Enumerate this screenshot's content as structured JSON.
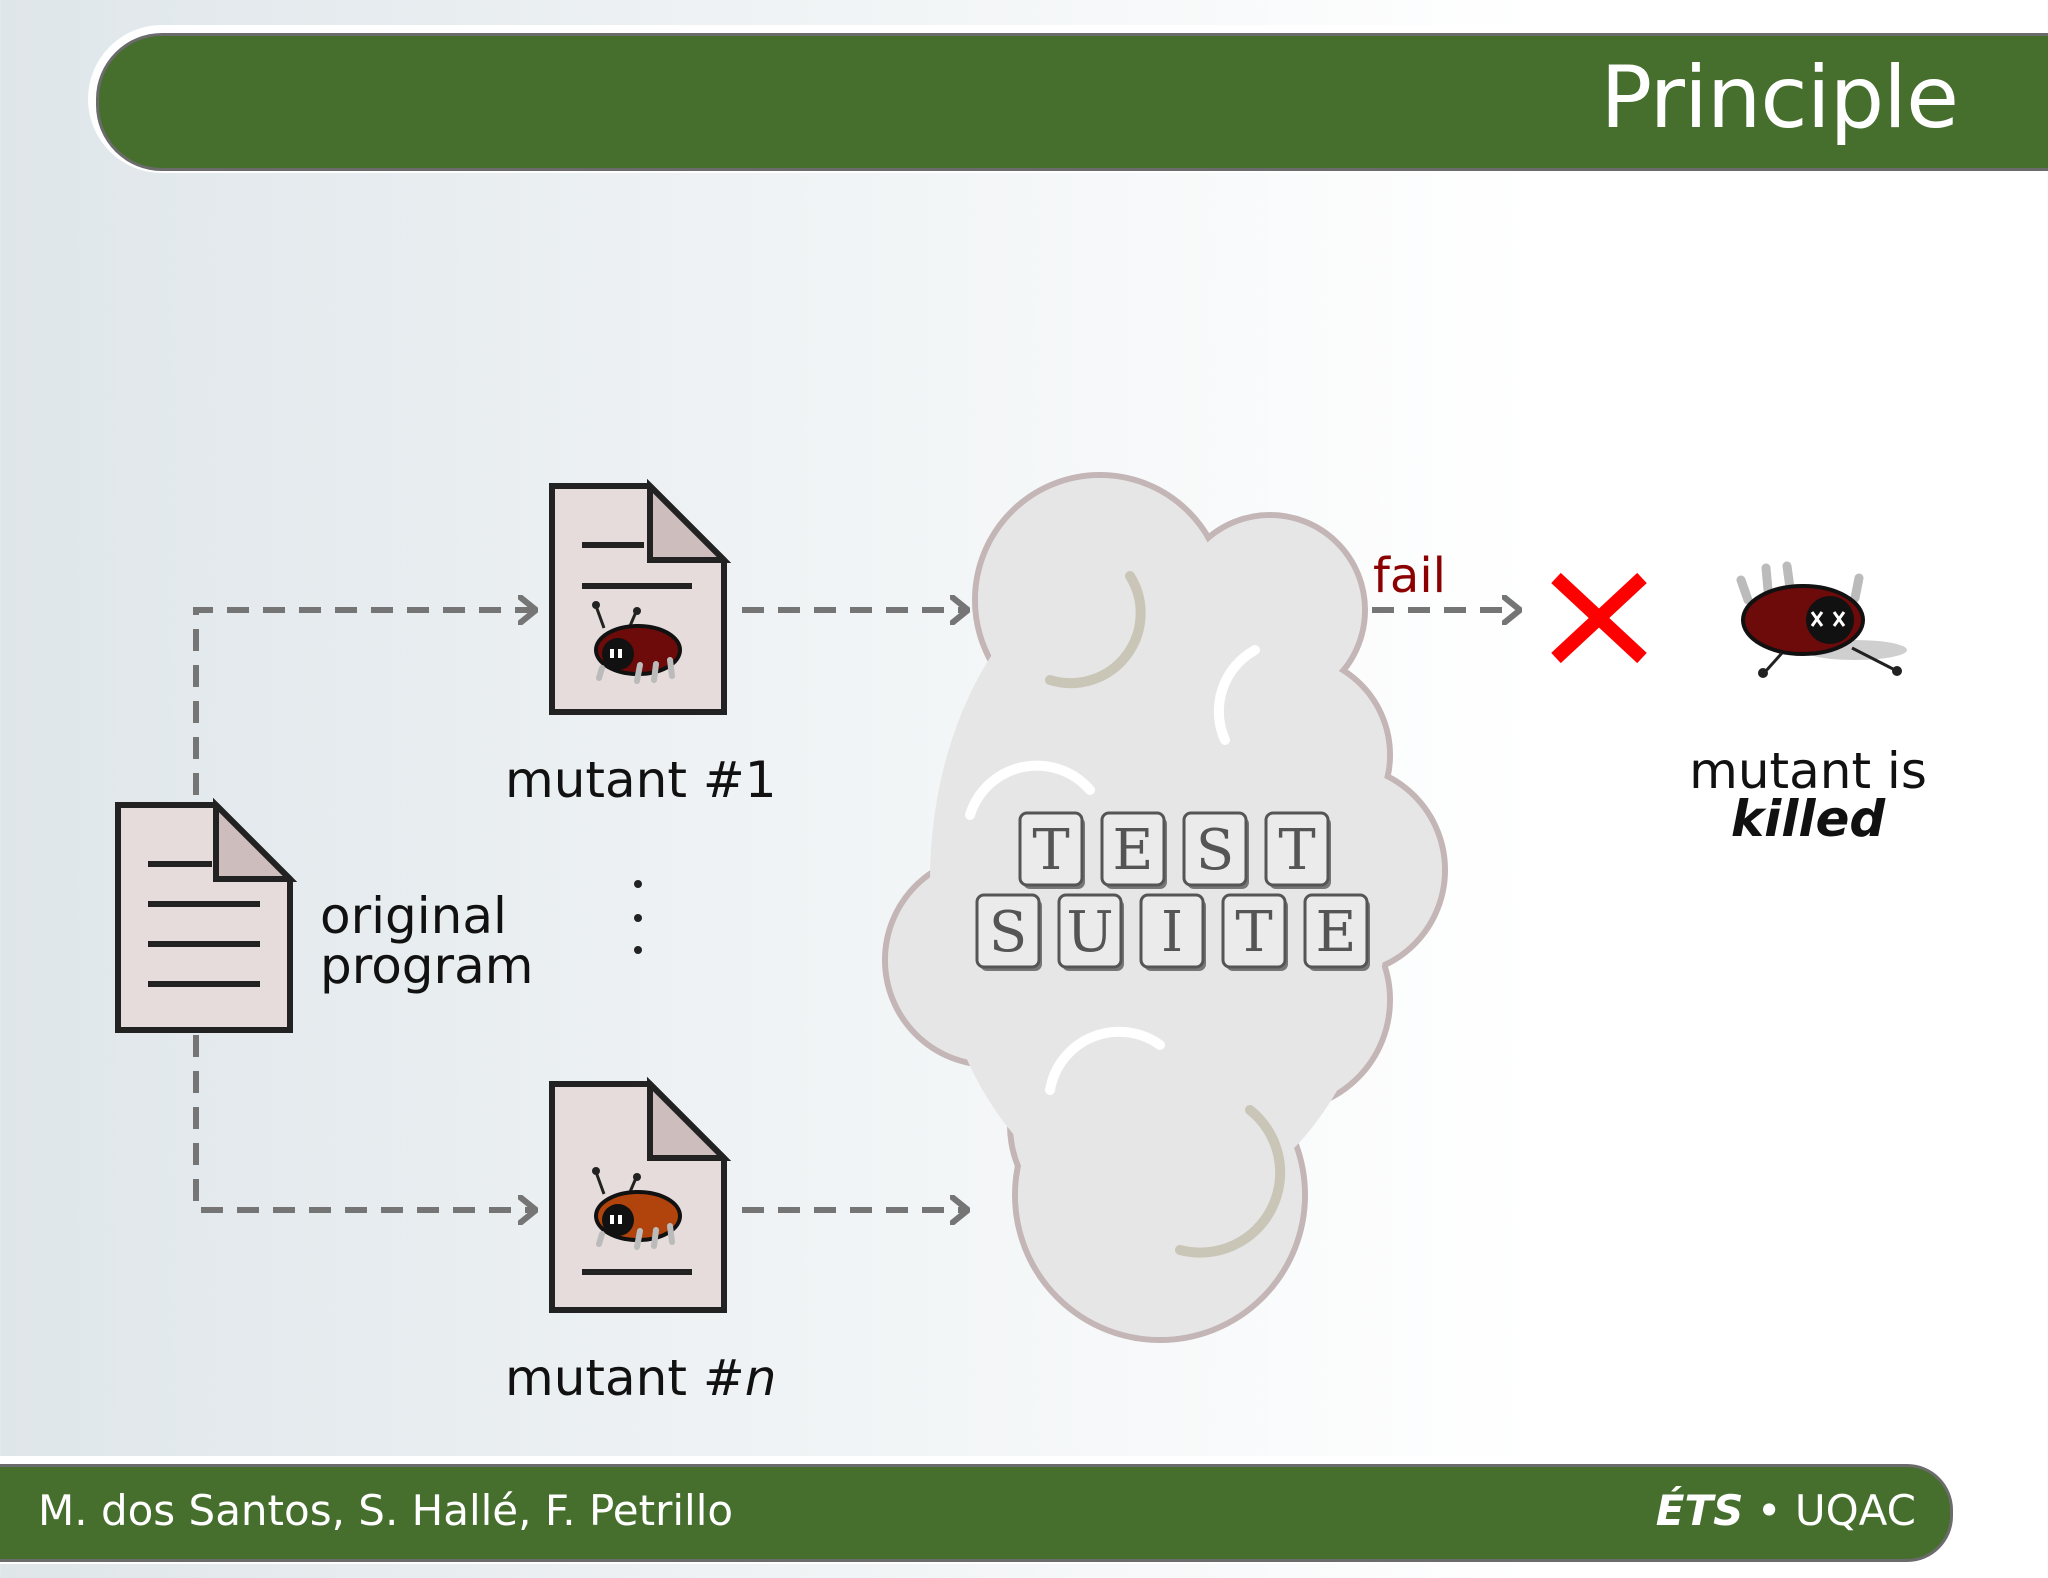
{
  "header": {
    "title": "Principle"
  },
  "footer": {
    "authors": "M. dos Santos, S. Hallé, F. Petrillo",
    "affil_ets": "ÉTS",
    "affil_sep": " • ",
    "affil_uqac": "UQAC"
  },
  "diagram": {
    "original_line1": "original",
    "original_line2": "program",
    "mutant1": "mutant #1",
    "mutant_n_prefix": "mutant #",
    "mutant_n_suffix": "n",
    "fail": "fail",
    "result_line1": "mutant is",
    "result_line2": "killed",
    "suite_row1": [
      "T",
      "E",
      "S",
      "T"
    ],
    "suite_row2": [
      "S",
      "U",
      "I",
      "T",
      "E"
    ]
  },
  "colors": {
    "green": "#466f2e",
    "fail_red": "#8b0000",
    "cross_red": "#ff0000",
    "arrow_gray": "#757575"
  }
}
